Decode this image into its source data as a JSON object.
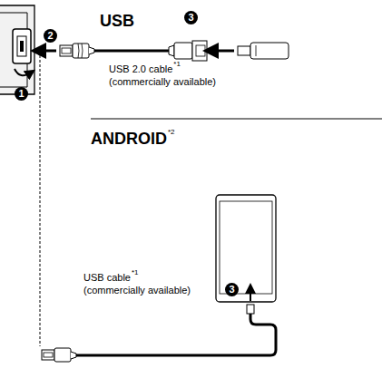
{
  "diagram": {
    "labels": [
      "1",
      "2",
      "3",
      "USB",
      "USB 2.0 cable",
      "*1",
      "(commercially available)",
      "ANDROID",
      "*2",
      "USB cable",
      "*1",
      "(commercially available)",
      "3"
    ]
  }
}
